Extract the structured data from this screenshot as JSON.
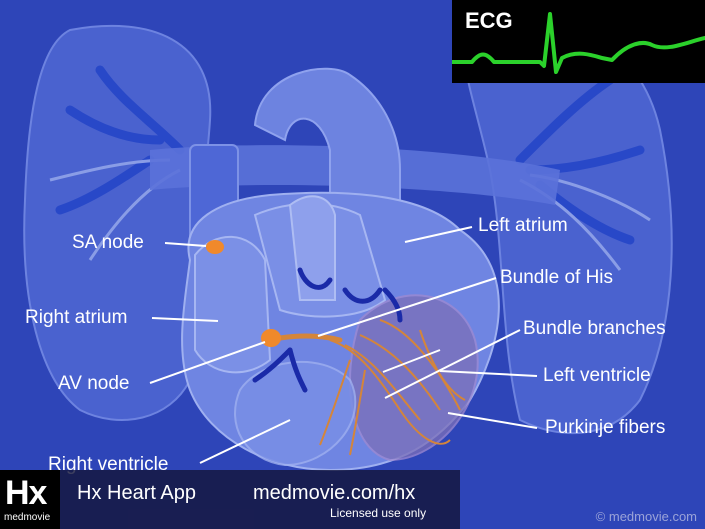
{
  "labels": {
    "sa_node": "SA node",
    "right_atrium": "Right atrium",
    "av_node": "AV node",
    "right_ventricle": "Right ventricle",
    "left_atrium": "Left atrium",
    "bundle_of_his": "Bundle of His",
    "bundle_branches": "Bundle branches",
    "left_ventricle": "Left ventricle",
    "purkinje_fibers": "Purkinje fibers"
  },
  "ecg": {
    "title": "ECG",
    "trace_color": "#2bd12b"
  },
  "footer": {
    "logo_text": "Hx",
    "logo_sub": "medmovie",
    "app_name": "Hx Heart App",
    "url": "medmovie.com/hx",
    "license": "Licensed use only"
  },
  "copyright": "© medmovie.com",
  "colors": {
    "background": "#2e45b8",
    "node": "#f0892b",
    "bundle": "#1a2aa8",
    "purkinje": "#d4853a"
  }
}
